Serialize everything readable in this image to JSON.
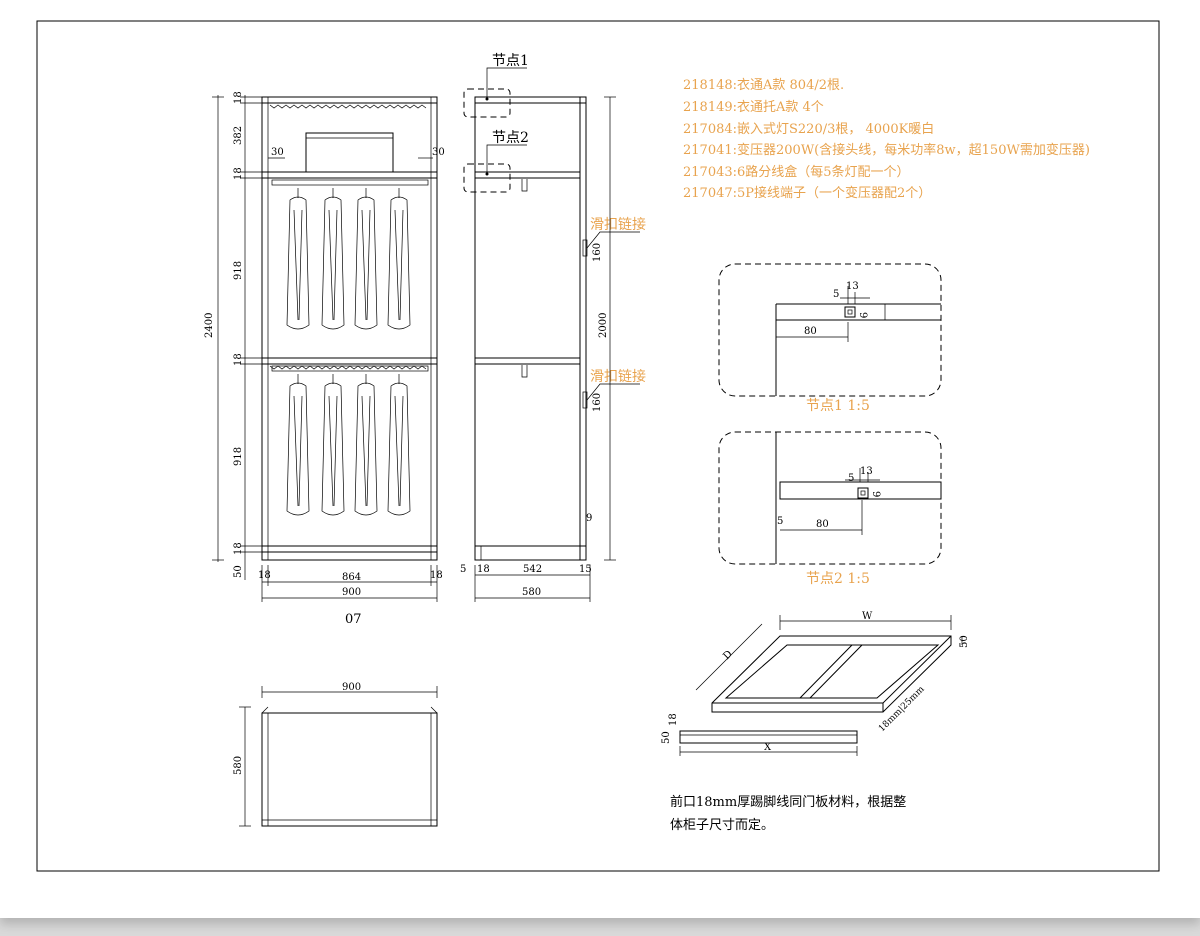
{
  "notes": {
    "items": [
      "218148:衣通A款 804/2根.",
      "218149:衣通托A款 4个",
      "217084:嵌入式灯S220/3根， 4000K暖白",
      "217041:变压器200W(含接头线，每米功率8w，超150W需加变压器)",
      "217043:6路分线盒（每5条灯配一个）",
      "217047:5P接线端子（一个变压器配2个）"
    ],
    "color": "#e8a34e"
  },
  "front_view": {
    "caption": "07",
    "total_height": "2400",
    "left_dims": [
      "18",
      "382",
      "18",
      "918",
      "18",
      "918",
      "18",
      "50"
    ],
    "bottom_dims": [
      "18",
      "864",
      "18"
    ],
    "overall_width": "900",
    "rail_offsets": [
      "30",
      "30"
    ]
  },
  "side_view": {
    "node1": "节点1",
    "node2": "节点2",
    "hinge_label": "滑扣链接",
    "hinge_dim": "160",
    "right_height": "2000",
    "small_dim": "9",
    "bottom_dims": [
      "5",
      "18",
      "542",
      "15"
    ],
    "overall_depth": "580"
  },
  "plan_view": {
    "width": "900",
    "depth": "580"
  },
  "details": {
    "node1_caption": "节点1 1:5",
    "node2_caption": "节点2 1:5",
    "dims_a": [
      "13",
      "5",
      "9",
      "80"
    ],
    "dims_b": [
      "13",
      "5",
      "9",
      "80",
      "5"
    ]
  },
  "plinth": {
    "w": "W",
    "d": "D",
    "h": "50",
    "thickness": "18mm",
    "inset": "18mm|25mm",
    "bar_h": "50",
    "bar_t": "18",
    "x": "X",
    "note_line1": "前口18mm厚踢脚线同门板材料，根据整",
    "note_line2": "体柜子尺寸而定。"
  }
}
